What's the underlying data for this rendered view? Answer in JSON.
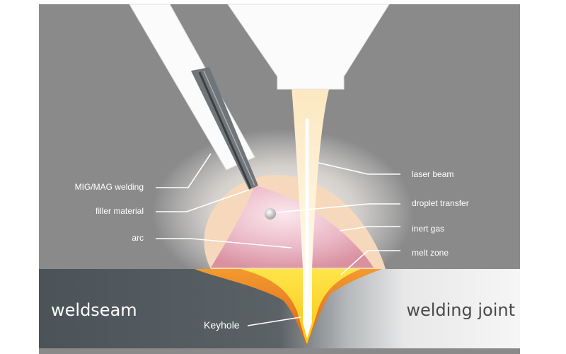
{
  "labels": {
    "left": {
      "mig_mag": "MIG/MAG welding",
      "filler": "filler material",
      "arc": "arc"
    },
    "right": {
      "laser_beam": "laser beam",
      "droplet": "droplet transfer",
      "inert_gas": "inert gas",
      "melt_zone": "melt zone"
    },
    "keyhole": "Keyhole",
    "weldseam": "weldseam",
    "welding_joint": "welding joint"
  },
  "colors": {
    "background": "#8a8a8a",
    "workpiece_dark": "#4d555a",
    "workpiece_light": "#f2f2f2",
    "tool_white": "#fbfbfb",
    "plasma_pink": "#e9b8c6",
    "melt_orange": "#ee7e1c",
    "melt_yellow": "#f7d21a",
    "label_text": "#ffffff",
    "joint_text": "#4a4a4a"
  }
}
